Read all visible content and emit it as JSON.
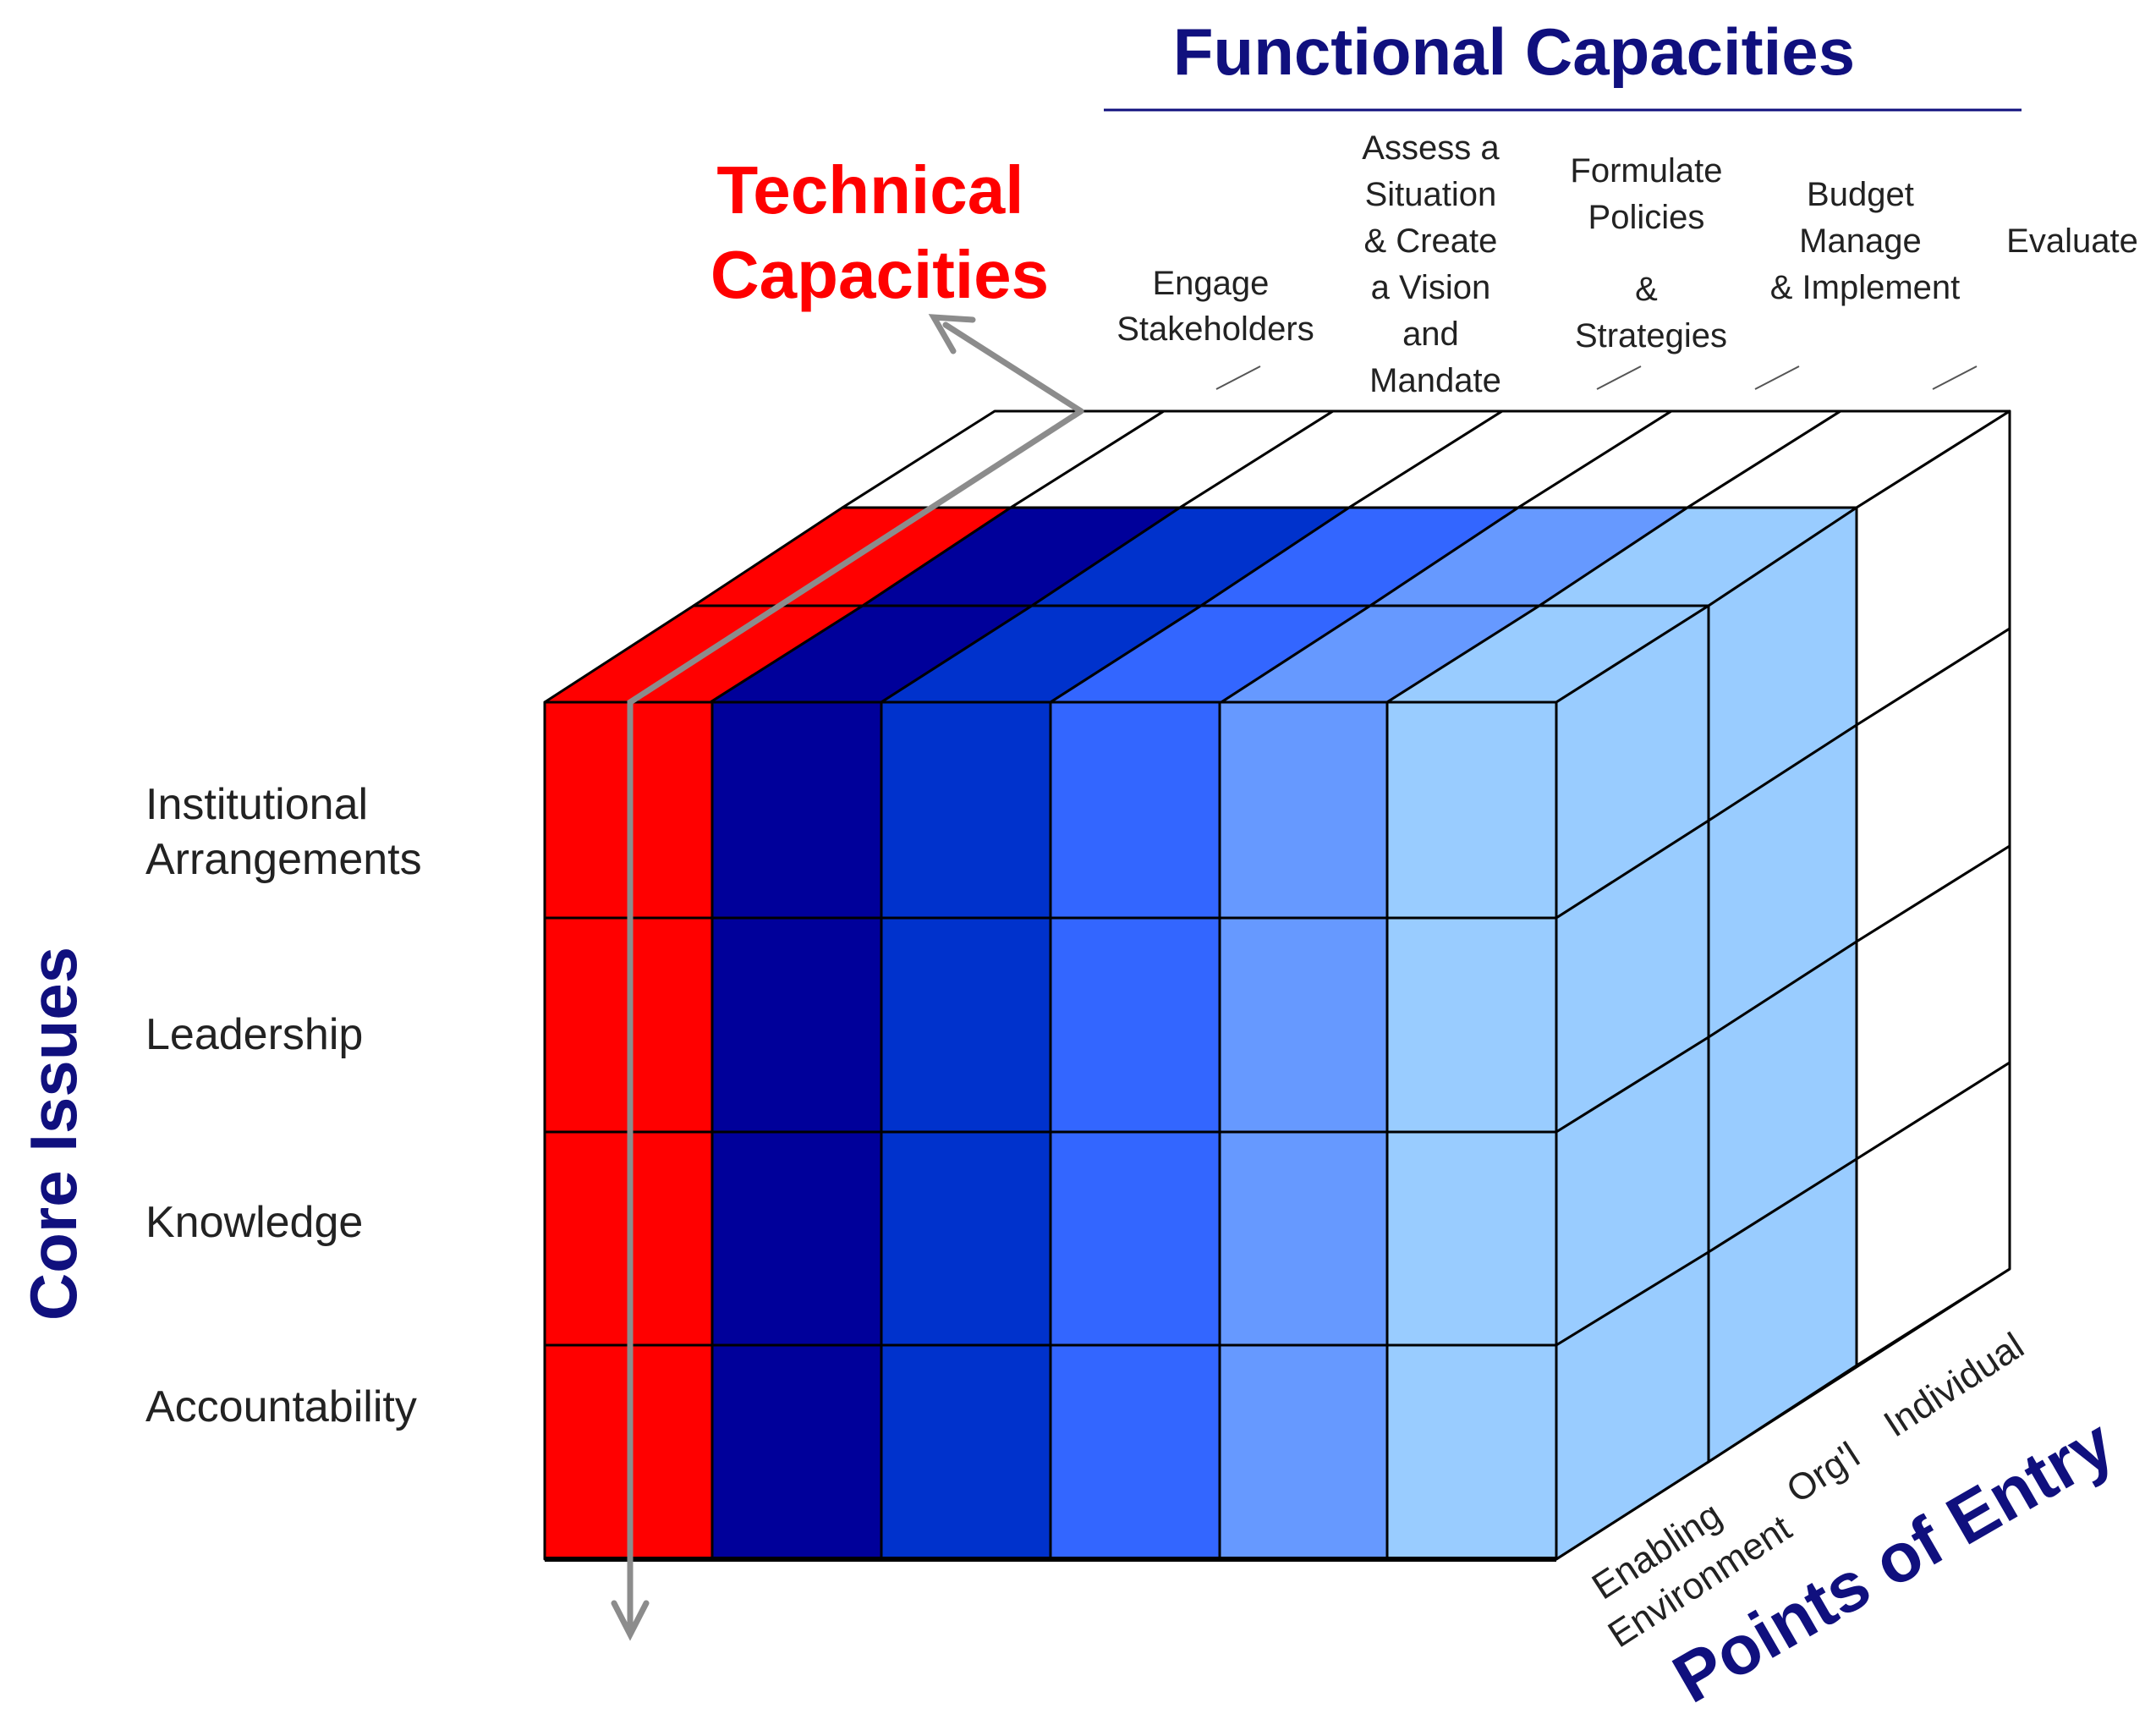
{
  "titles": {
    "functional": "Functional Capacities",
    "technical": [
      "Technical",
      "Capacities"
    ],
    "core": "Core Issues",
    "points": "Points of Entry"
  },
  "columns": [
    [
      "Engage",
      "Stakeholders"
    ],
    [
      "Assess a",
      "Situation",
      "& Create",
      "a Vision",
      "and",
      "Mandate"
    ],
    [
      "Formulate",
      "Policies",
      "",
      "&",
      "Strategies"
    ],
    [
      "Budget",
      "Manage",
      "& Implement"
    ],
    [
      "Evaluate"
    ]
  ],
  "rows": [
    [
      "Institutional",
      "Arrangements"
    ],
    [
      "Leadership"
    ],
    [
      "Knowledge"
    ],
    [
      "Accountability"
    ]
  ],
  "entries": {
    "enabling": [
      "Enabling",
      "Environment"
    ],
    "org": "Org'l",
    "individual": "Individual"
  },
  "colors": {
    "navy_text": "#10107e",
    "red_text": "#ff0000",
    "red": "#ff0000",
    "col1": "#00009a",
    "col2": "#0032cc",
    "col3": "#3366ff",
    "col4": "#6699ff",
    "col5": "#99ccff",
    "white": "#ffffff",
    "arrow": "#8c8c8c"
  }
}
